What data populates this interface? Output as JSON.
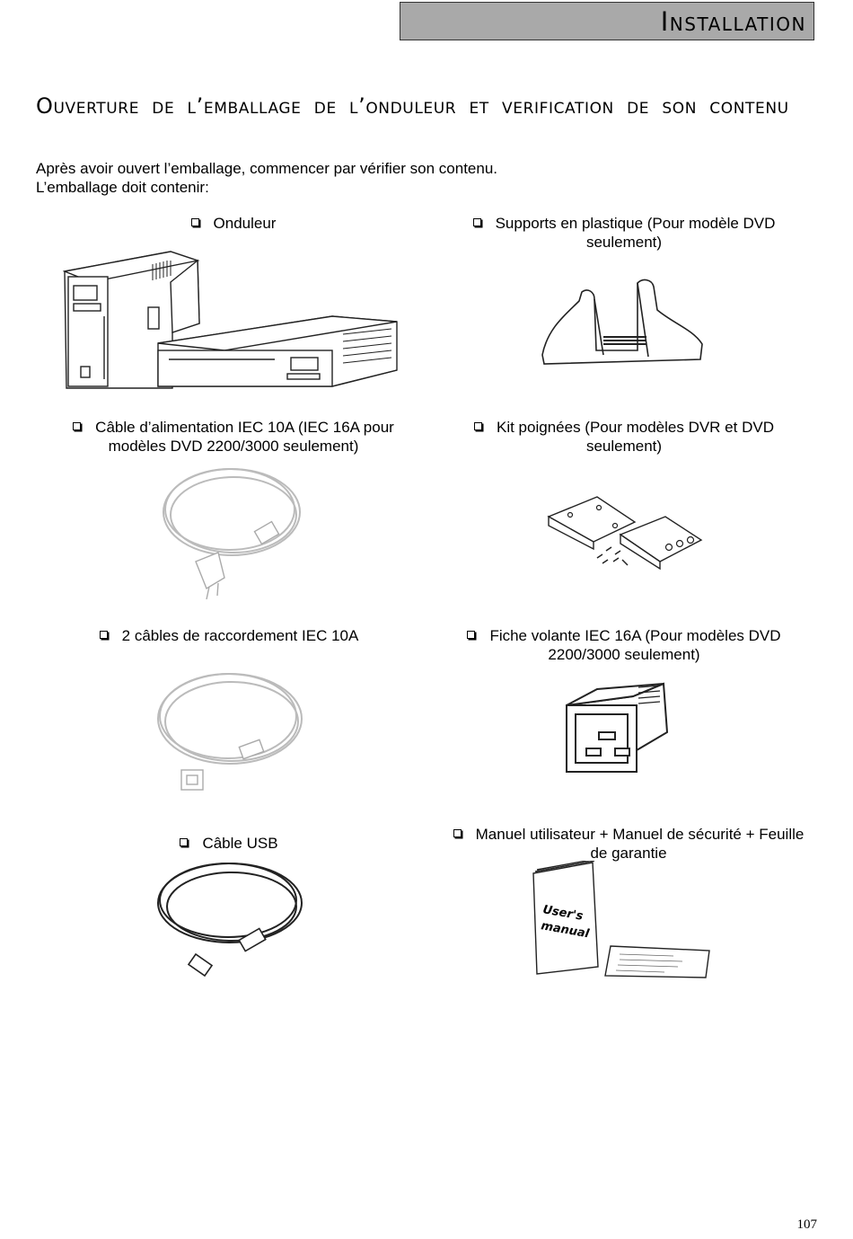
{
  "header": {
    "title": "Installation"
  },
  "section": {
    "title": "Ouverture de l’emballage de l’onduleur et verification de son contenu"
  },
  "intro": {
    "line1": "Après avoir ouvert l’emballage, commencer par vérifier son contenu.",
    "line2": "L’emballage doit contenir:"
  },
  "items": [
    {
      "label_line1": "Onduleur",
      "label_line2": ""
    },
    {
      "label_line1": "Supports en plastique (Pour modèle DVD",
      "label_line2": "seulement)"
    },
    {
      "label_line1": "Câble d’alimentation IEC 10A (IEC 16A pour",
      "label_line2": "modèles DVD 2200/3000 seulement)"
    },
    {
      "label_line1": "Kit poignées (Pour  modèles DVR et DVD",
      "label_line2": "seulement)"
    },
    {
      "label_line1": "2 câbles de raccordement IEC 10A",
      "label_line2": ""
    },
    {
      "label_line1": "Fiche volante IEC 16A (Pour modèles DVD",
      "label_line2": "2200/3000 seulement)"
    },
    {
      "label_line1": "Câble USB",
      "label_line2": ""
    },
    {
      "label_line1": "Manuel utilisateur + Manuel de sécurité + Feuille",
      "label_line2": "de garantie"
    }
  ],
  "manual_cover_text": {
    "line1": "User's",
    "line2": "manual"
  },
  "page_number": "107"
}
